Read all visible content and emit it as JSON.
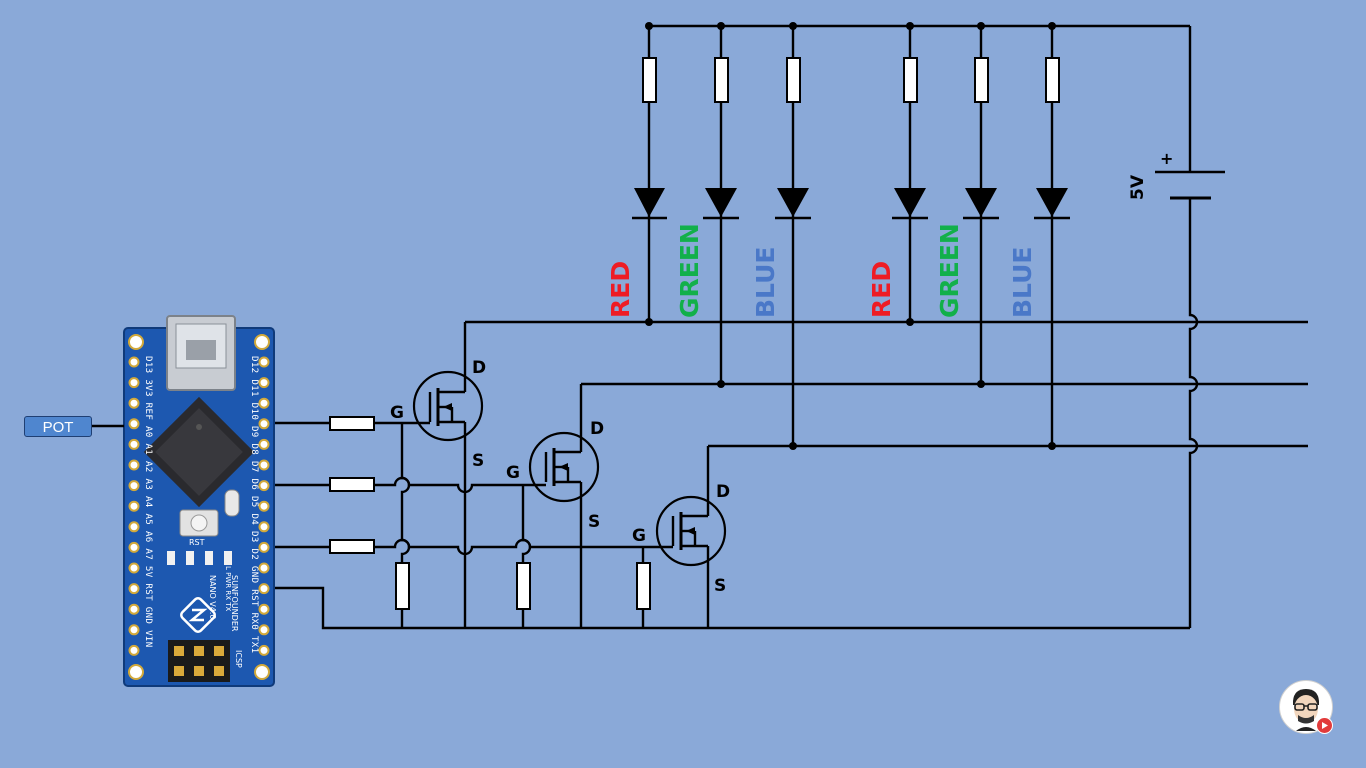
{
  "diagram": {
    "pot_label": "POT",
    "supply_label": "5V",
    "supply_plus": "+",
    "led_group_1": {
      "red": "RED",
      "green": "GREEN",
      "blue": "BLUE"
    },
    "led_group_2": {
      "red": "RED",
      "green": "GREEN",
      "blue": "BLUE"
    },
    "mosfet_1": {
      "gate": "G",
      "drain": "D",
      "source": "S"
    },
    "mosfet_2": {
      "gate": "G",
      "drain": "D",
      "source": "S"
    },
    "mosfet_3": {
      "gate": "G",
      "drain": "D",
      "source": "S"
    },
    "colors": {
      "background": "#8aa9d8",
      "red_label": "#ee1c24",
      "green_label": "#12b04a",
      "blue_label": "#4a78c8",
      "board": "#1d58b0"
    }
  },
  "board": {
    "left_pins_label": "D13 3V3 REF A0 A1 A2 A3 A4 A5 A6 A7 5V RST GND VIN",
    "right_pins_label": "D12 D11 D10 D9 D8 D7 D6 D5 D4 D3 D2 GND RST RX0 TX1",
    "brand": "SUNFOUNDER",
    "model": "NANO V4.0",
    "rst_label": "RST",
    "led_labels": "L PWR RX TX",
    "icsp_label": "ICSP"
  }
}
